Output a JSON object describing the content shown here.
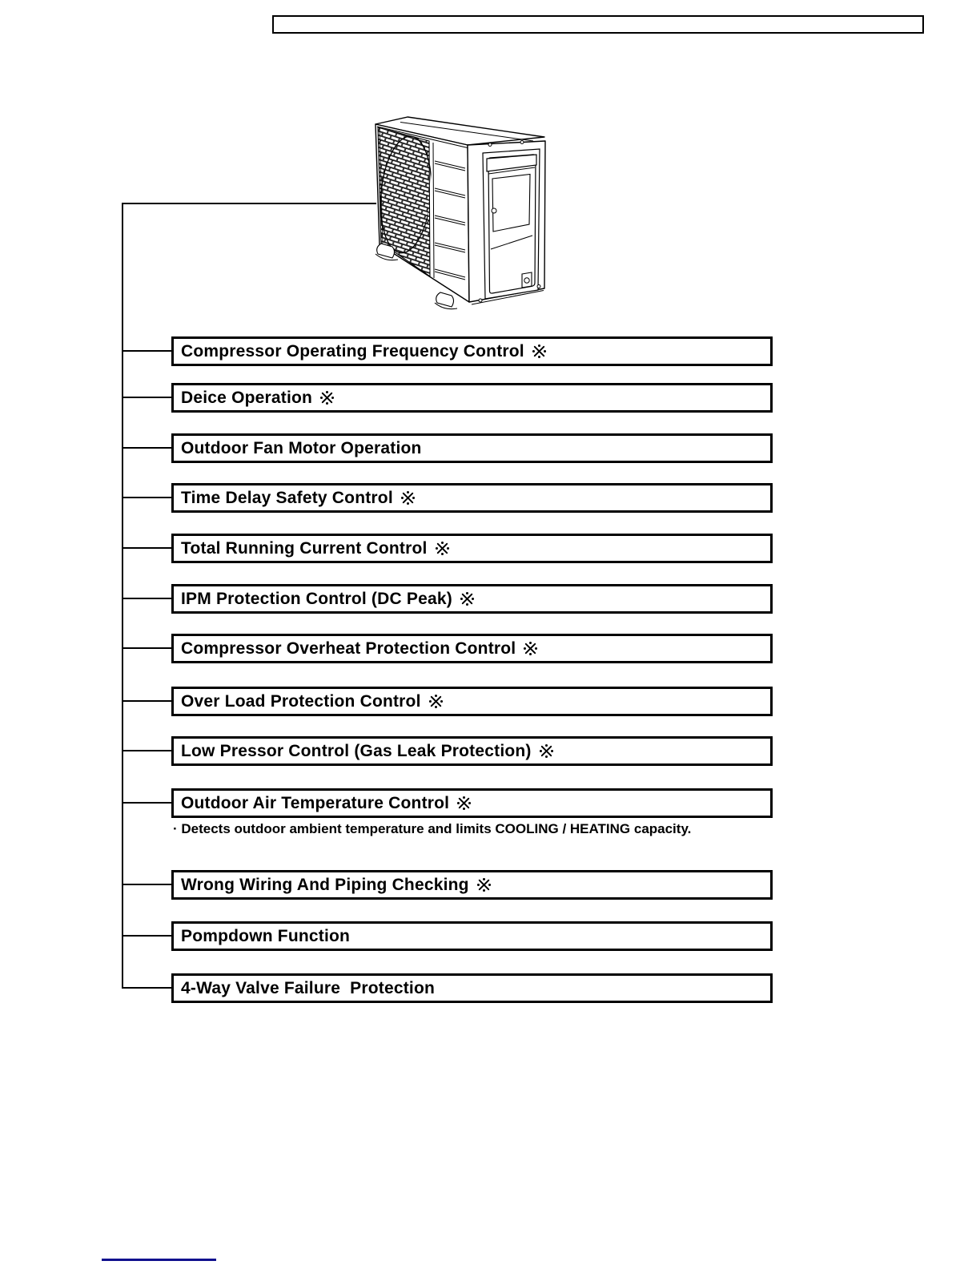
{
  "page": {
    "top_box_text": "",
    "footer_link_text": ""
  },
  "colors": {
    "link_underline": "#10108e",
    "diagram_line": "#000000"
  },
  "illustration": {
    "subject": "outdoor-unit-line-drawing"
  },
  "controls": {
    "mark_symbol": "※",
    "items": [
      {
        "label": "Compressor Operating Frequency Control",
        "mark": true
      },
      {
        "label": "Deice Operation",
        "mark": true
      },
      {
        "label": "Outdoor Fan Motor Operation",
        "mark": false
      },
      {
        "label": "Time Delay Safety Control",
        "mark": true
      },
      {
        "label": "Total Running Current Control",
        "mark": true
      },
      {
        "label": "IPM Protection Control (DC Peak)",
        "mark": true
      },
      {
        "label": "Compressor Overheat Protection Control",
        "mark": true
      },
      {
        "label": "Over Load Protection Control",
        "mark": true
      },
      {
        "label": "Low Pressor Control (Gas Leak Protection)",
        "mark": true
      },
      {
        "label": "Outdoor Air Temperature Control",
        "mark": true,
        "note": "· Detects outdoor ambient temperature and limits COOLING / HEATING capacity."
      },
      {
        "label": "Wrong Wiring And Piping Checking",
        "mark": true
      },
      {
        "label": "Pompdown Function",
        "mark": false
      },
      {
        "label": "4-Way Valve Failure  Protection",
        "mark": false
      }
    ]
  }
}
